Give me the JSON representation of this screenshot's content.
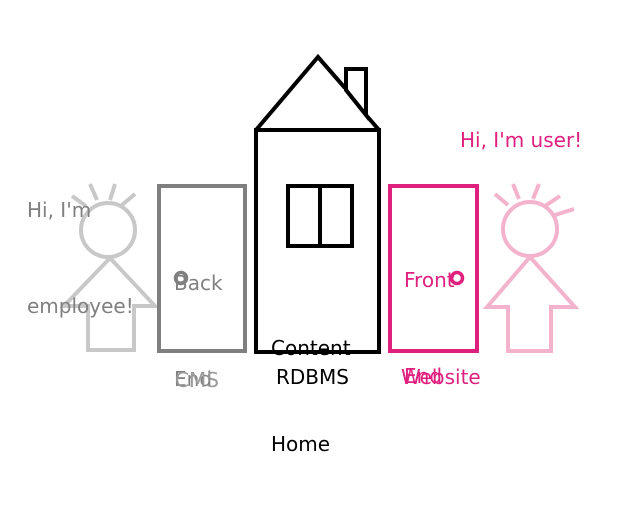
{
  "speech": {
    "employee": [
      "Hi, I'm",
      "employee!"
    ],
    "user": "Hi, I'm user!"
  },
  "doors": {
    "back_end": [
      "Back",
      "End"
    ],
    "home": [
      "Content",
      "Home"
    ],
    "front_end": [
      "Front",
      "End"
    ]
  },
  "captions": {
    "cms": "CMS",
    "rdbms": "RDBMS",
    "website": "Website"
  },
  "colors": {
    "employee": "#c8c8c8",
    "backend": "#7f7f7f",
    "house": "#000000",
    "frontend": "#e0207f",
    "user": "#f4b3cd"
  }
}
